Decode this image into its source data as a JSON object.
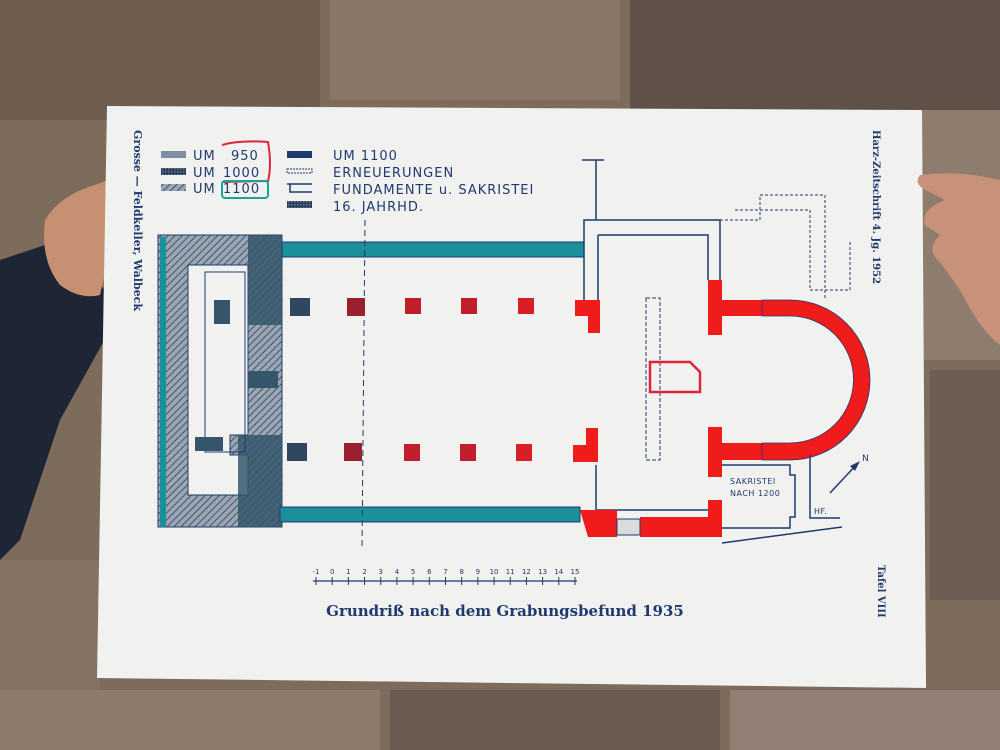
{
  "legend": {
    "left": [
      {
        "label": "UM",
        "year": "950"
      },
      {
        "label": "UM",
        "year": "1000"
      },
      {
        "label": "UM",
        "year": "1100"
      }
    ],
    "right": [
      "UM 1100",
      "ERNEUERUNGEN",
      "FUNDAMENTE u. SAKRISTEI",
      "16. JAHRHD."
    ]
  },
  "side_left": "Grosse — Feldkeller, Walbeck",
  "side_right_top": "Harz-Zeitschrift 4. Jg. 1952",
  "side_right_bottom": "Tafel VIII",
  "title": "Grundriß nach dem Grabungsbefund 1935",
  "sacristy_label_1": "SAKRISTEI",
  "sacristy_label_2": "NACH 1200",
  "north_label": "N",
  "corner_label": "HF.",
  "scale_ticks": [
    "-1",
    "0",
    "1",
    "2",
    "3",
    "4",
    "5",
    "6",
    "7",
    "8",
    "9",
    "10",
    "11",
    "12",
    "13",
    "14",
    "15"
  ],
  "colors": {
    "red": "#f01c1c",
    "teal": "#1b8f9a",
    "ink": "#1f3a6e",
    "paper": "#f1f2f0"
  }
}
